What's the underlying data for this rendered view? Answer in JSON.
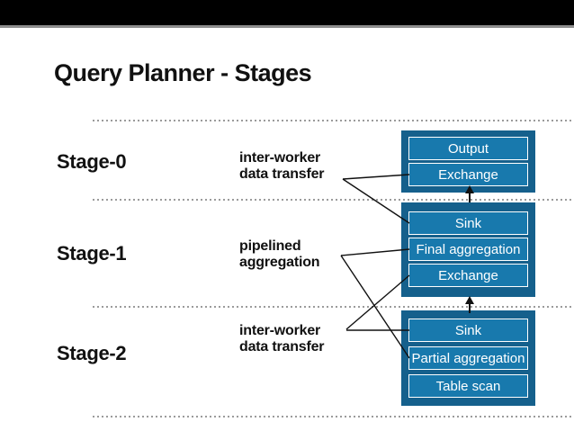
{
  "slide": {
    "title": "Query Planner - Stages"
  },
  "stages": [
    {
      "label": "Stage-0",
      "annotation": [
        "inter-worker",
        "data transfer"
      ],
      "operators": [
        "Output",
        "Exchange"
      ]
    },
    {
      "label": "Stage-1",
      "annotation": [
        "pipelined",
        "aggregation"
      ],
      "operators": [
        "Sink",
        "Final aggregation",
        "Exchange"
      ]
    },
    {
      "label": "Stage-2",
      "annotation": [
        "inter-worker",
        "data transfer"
      ],
      "operators": [
        "Sink",
        "Partial aggregation",
        "Table scan"
      ]
    }
  ],
  "icons": {
    "up_arrow": "▲"
  },
  "colors": {
    "top_bar": "#000000",
    "group_fill": "#15608c",
    "operator_fill": "#1879ad",
    "operator_border": "#ffffff",
    "operator_text": "#ffffff",
    "connector": "#111111",
    "separator": "#9b9b9b"
  }
}
